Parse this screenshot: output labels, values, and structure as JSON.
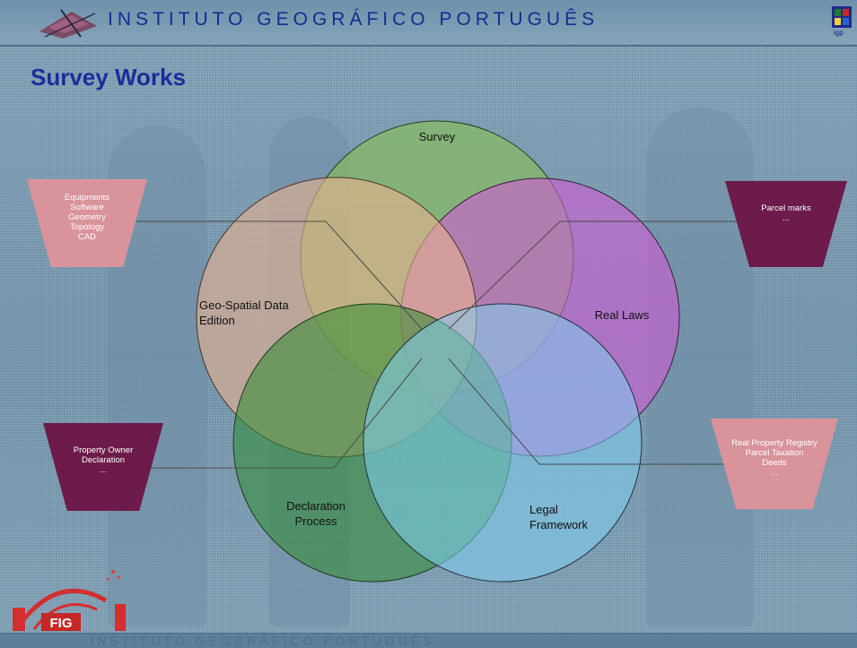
{
  "header": {
    "title": "INSTITUTO GEOGRÁFICO PORTUGUÊS",
    "right_logo_text": "igp"
  },
  "slide": {
    "title": "Survey Works"
  },
  "circles": [
    {
      "key": "survey",
      "label_lines": [
        "Survey"
      ],
      "color": "#8bc34a"
    },
    {
      "key": "real-laws",
      "label_lines": [
        "Real Laws"
      ],
      "color": "#d05cd5"
    },
    {
      "key": "geo-spatial",
      "label_lines": [
        "Geo-Spatial Data",
        "Edition"
      ],
      "color": "#e9b290"
    },
    {
      "key": "declaration",
      "label_lines": [
        "Declaration",
        "Process"
      ],
      "color": "#2f8c30"
    },
    {
      "key": "legal",
      "label_lines": [
        "Legal",
        "Framework"
      ],
      "color": "#7fd0f0"
    }
  ],
  "boxes": {
    "top_left": {
      "lines": [
        "Equipments",
        "Software",
        "Geometry",
        "Topology",
        "CAD"
      ],
      "color": "#d9939b"
    },
    "top_right": {
      "lines": [
        "Parcel marks",
        "..."
      ],
      "color": "#6c1b4a"
    },
    "bottom_left": {
      "lines": [
        "Property Owner",
        "Declaration",
        "..."
      ],
      "color": "#6c1b4a"
    },
    "bottom_right": {
      "lines": [
        "Real Property Registry",
        "Parcel Taxation",
        "Deeds",
        "..."
      ],
      "color": "#d9939b"
    }
  },
  "footer": {
    "text": "INSTITUTO GEOGRÁFICO PORTUGUÊS"
  },
  "fig_logo": {
    "text": "FIG"
  }
}
